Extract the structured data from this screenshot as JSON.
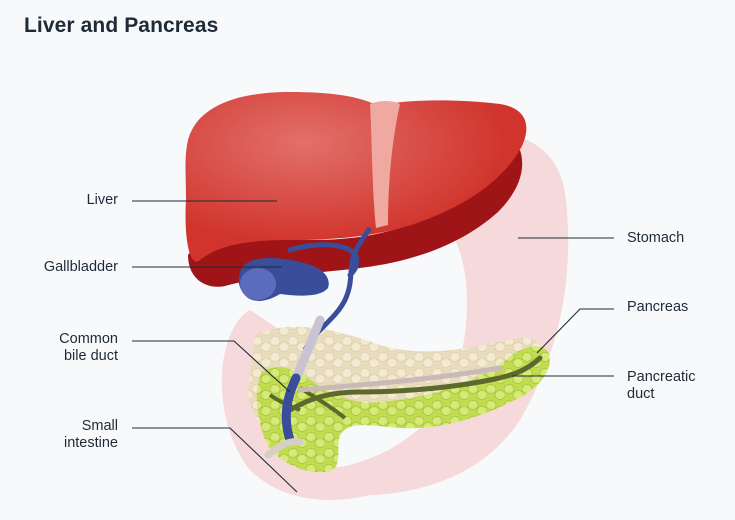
{
  "title": "Liver and Pancreas",
  "labels": {
    "liver": "Liver",
    "gallbladder": "Gallbladder",
    "common_bile_duct": "Common\nbile duct",
    "small_intestine": "Small\nintestine",
    "stomach": "Stomach",
    "pancreas": "Pancreas",
    "pancreatic_duct": "Pancreatic\nduct"
  },
  "colors": {
    "liver": "#d0342c",
    "liver_dark": "#9f1416",
    "gallbladder": "#3a4d9a",
    "stomach": "#f6d9da",
    "pancreas": "#c7df5a",
    "intestine_tan": "#ece2c8",
    "leader_line": "#1f2a37"
  }
}
